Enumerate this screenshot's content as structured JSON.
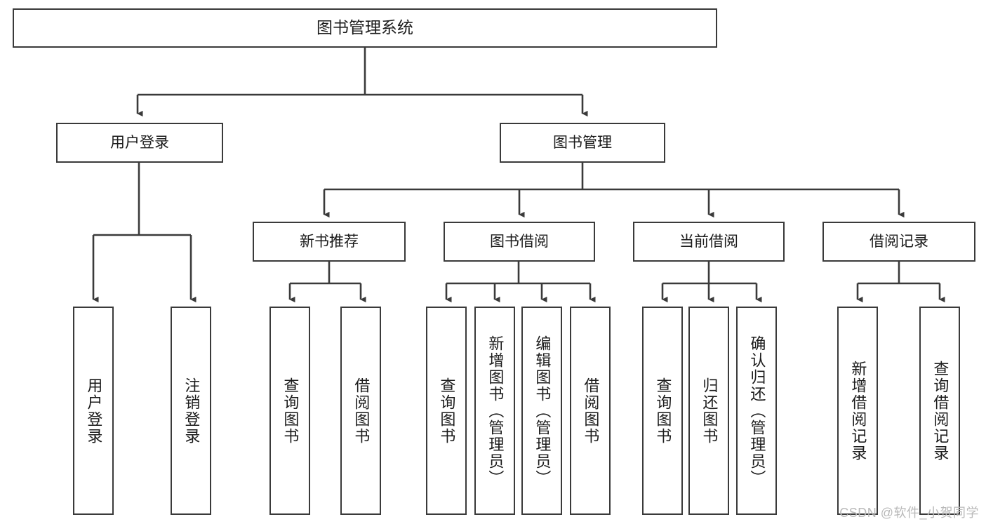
{
  "diagram": {
    "title": "图书管理系统",
    "type": "hierarchy-tree",
    "root": {
      "label": "图书管理系统"
    },
    "level1": [
      {
        "id": "user-login",
        "label": "用户登录"
      },
      {
        "id": "book-management",
        "label": "图书管理"
      }
    ],
    "level2": [
      {
        "id": "new-book-recommend",
        "label": "新书推荐",
        "parent": "book-management"
      },
      {
        "id": "book-borrow",
        "label": "图书借阅",
        "parent": "book-management"
      },
      {
        "id": "current-borrow",
        "label": "当前借阅",
        "parent": "book-management"
      },
      {
        "id": "borrow-record",
        "label": "借阅记录",
        "parent": "book-management"
      }
    ],
    "leaves": [
      {
        "id": "leaf-user-login",
        "label": "用户登录",
        "parent": "user-login"
      },
      {
        "id": "leaf-logout-login",
        "label": "注销登录",
        "parent": "user-login"
      },
      {
        "id": "leaf-query-book-1",
        "label": "查询图书",
        "parent": "new-book-recommend"
      },
      {
        "id": "leaf-borrow-book-1",
        "label": "借阅图书",
        "parent": "new-book-recommend"
      },
      {
        "id": "leaf-query-book-2",
        "label": "查询图书",
        "parent": "book-borrow"
      },
      {
        "id": "leaf-add-book",
        "label": "新增图书（管理员）",
        "parent": "book-borrow"
      },
      {
        "id": "leaf-edit-book",
        "label": "编辑图书（管理员）",
        "parent": "book-borrow"
      },
      {
        "id": "leaf-borrow-book-2",
        "label": "借阅图书",
        "parent": "book-borrow"
      },
      {
        "id": "leaf-query-book-3",
        "label": "查询图书",
        "parent": "current-borrow"
      },
      {
        "id": "leaf-return-book",
        "label": "归还图书",
        "parent": "current-borrow"
      },
      {
        "id": "leaf-confirm-return",
        "label": "确认归还（管理员）",
        "parent": "current-borrow"
      },
      {
        "id": "leaf-add-record",
        "label": "新增借阅记录",
        "parent": "borrow-record"
      },
      {
        "id": "leaf-query-record",
        "label": "查询借阅记录",
        "parent": "borrow-record"
      }
    ],
    "colors": {
      "stroke": "#3a3a3a",
      "fill": "#ffffff",
      "text": "#1b1b1b",
      "watermark": "#b9b9b9"
    }
  },
  "watermark": {
    "text": "CSDN @软件_小贺同学"
  }
}
